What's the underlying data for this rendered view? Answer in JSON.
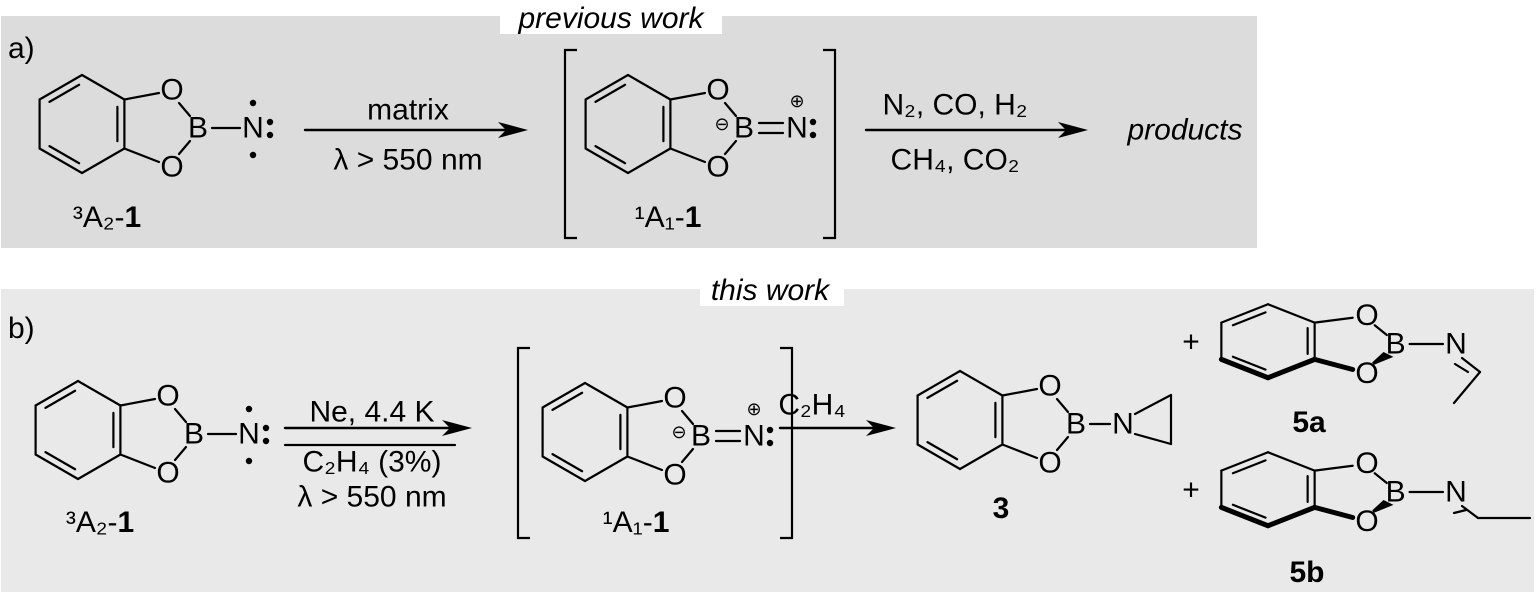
{
  "atoms": {
    "O": "O",
    "B": "B",
    "N": "N",
    "minus": "⊖",
    "plus": "⊕"
  },
  "panel_a": {
    "label": "a)",
    "header": "previous work",
    "start": {
      "pre": "³A₂-",
      "num": "1"
    },
    "arrow1": {
      "top": "matrix",
      "bottom": "λ > 550 nm"
    },
    "intermediate": {
      "pre": "¹A₁-",
      "num": "1"
    },
    "arrow2": {
      "top": "N₂, CO, H₂",
      "bottom": "CH₄, CO₂"
    },
    "result": "products"
  },
  "panel_b": {
    "label": "b)",
    "header": "this work",
    "start": {
      "pre": "³A₂-",
      "num": "1"
    },
    "arrow1": {
      "lines": [
        "Ne, 4.4 K",
        "C₂H₄ (3%)",
        "λ > 550 nm"
      ]
    },
    "intermediate": {
      "pre": "¹A₁-",
      "num": "1"
    },
    "arrow2": {
      "top": "C₂H₄"
    },
    "plus": "+",
    "products": [
      {
        "num": "3"
      },
      {
        "num": "5a"
      },
      {
        "num": "5b"
      }
    ]
  },
  "colors": {
    "panel_a_bg": "#dcdcdc",
    "panel_b_bg": "#e9e9e9"
  }
}
